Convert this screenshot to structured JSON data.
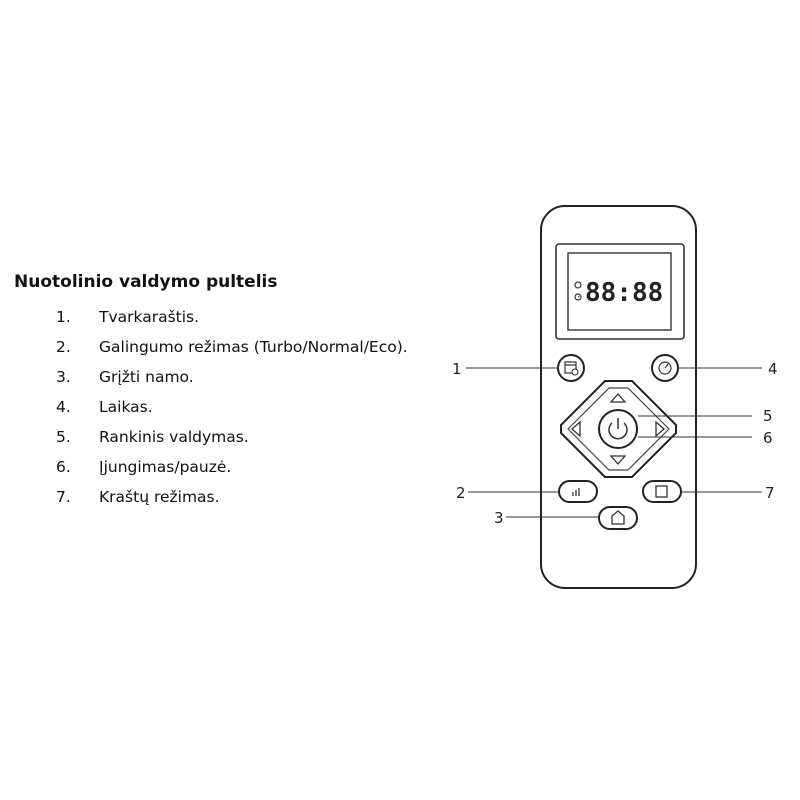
{
  "legend": {
    "title": "Nuotolinio valdymo pultelis",
    "items": [
      {
        "num": "1.",
        "text": "Tvarkaraštis."
      },
      {
        "num": "2.",
        "text": "Galingumo režimas (Turbo/Normal/Eco)."
      },
      {
        "num": "3.",
        "text": "Grįžti namo."
      },
      {
        "num": "4.",
        "text": "Laikas."
      },
      {
        "num": "5.",
        "text": "Rankinis valdymas."
      },
      {
        "num": "6.",
        "text": "Įjungimas/pauzė."
      },
      {
        "num": "7.",
        "text": "Kraštų režimas."
      }
    ]
  },
  "remote": {
    "display_text": "88:88",
    "callouts": {
      "c1": "1",
      "c2": "2",
      "c3": "3",
      "c4": "4",
      "c5": "5",
      "c6": "6",
      "c7": "7"
    },
    "icons": {
      "schedule": "schedule-icon",
      "time": "clock-icon",
      "up": "arrow-up-icon",
      "down": "arrow-down-icon",
      "left": "arrow-left-icon",
      "right": "arrow-right-icon",
      "power": "power-icon",
      "power_mode": "signal-bars-icon",
      "edge": "square-icon",
      "home": "home-icon"
    }
  }
}
